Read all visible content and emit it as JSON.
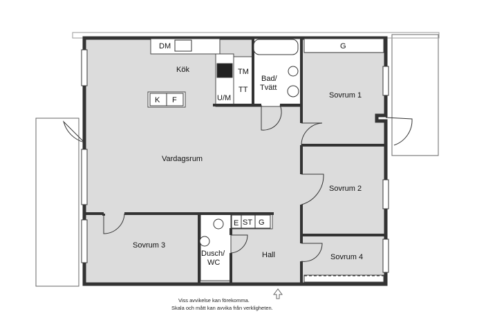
{
  "rooms": {
    "kok": "Kök",
    "vardagsrum": "Vardagsrum",
    "bad": [
      "Bad/",
      "Tvätt"
    ],
    "sovrum1": "Sovrum 1",
    "sovrum2": "Sovrum 2",
    "sovrum3": "Sovrum 3",
    "sovrum4": "Sovrum 4",
    "hall": "Hall",
    "dusch": [
      "Dusch/",
      "WC"
    ]
  },
  "fixtures": {
    "dm": "DM",
    "tm": "TM",
    "tt": "TT",
    "um": "U/M",
    "k": "K",
    "f": "F",
    "g_top": "G",
    "e": "E",
    "st": "ST",
    "g_hall": "G"
  },
  "disclaimer": [
    "Viss avvikelse kan förekomma.",
    "Skala och mått kan avvika från verkligheten."
  ],
  "colors": {
    "floor": "#dcdcdc",
    "wall": "#333333",
    "balcony": "#ffffff"
  }
}
